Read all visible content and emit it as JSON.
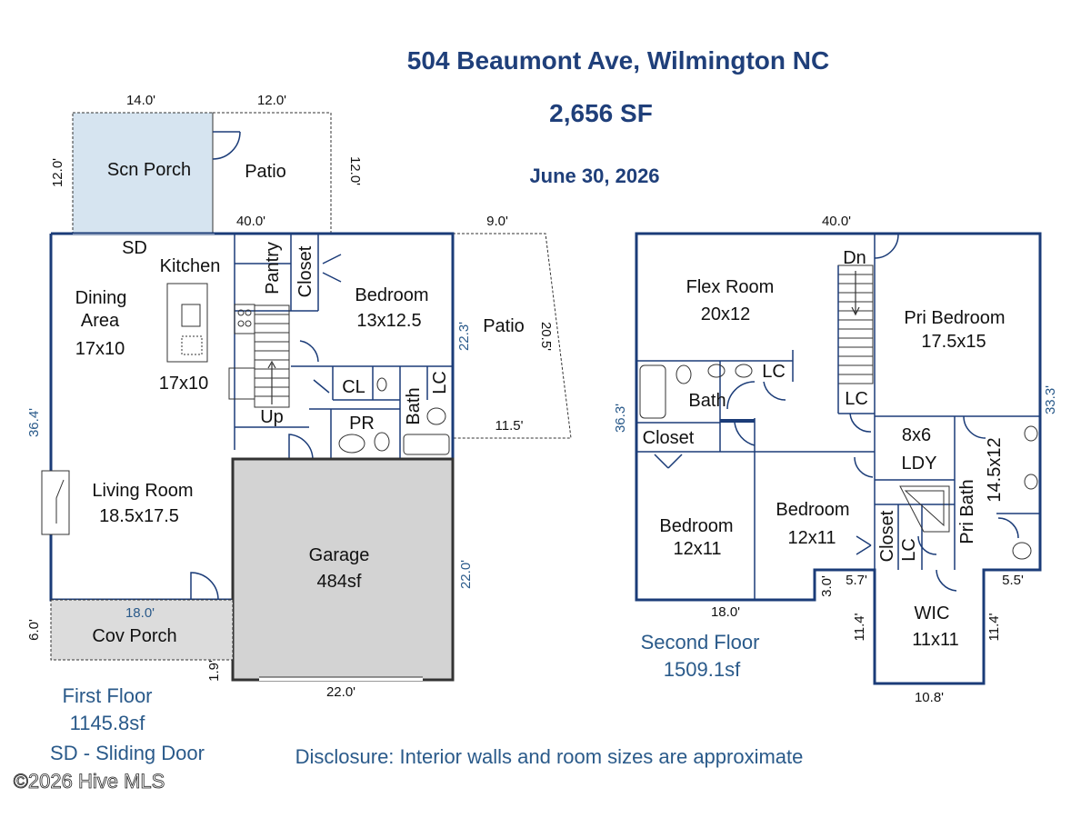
{
  "header": {
    "address": "504 Beaumont Ave, Wilmington NC",
    "total_area": "2,656 SF",
    "date": "June 30, 2026"
  },
  "first_floor": {
    "rooms": {
      "scn_porch": "Scn Porch",
      "patio_top": "Patio",
      "kitchen": "Kitchen",
      "kitchen_size": "17x10",
      "dining_label1": "Dining",
      "dining_label2": "Area",
      "dining_size": "17x10",
      "pantry": "Pantry",
      "closet": "Closet",
      "bedroom": "Bedroom",
      "bedroom_size": "13x12.5",
      "patio_right": "Patio",
      "cl": "CL",
      "bath": "Bath",
      "lc": "LC",
      "pr": "PR",
      "up": "Up",
      "sd": "SD",
      "living_room": "Living Room",
      "living_size": "18.5x17.5",
      "garage": "Garage",
      "garage_size": "484sf",
      "cov_porch": "Cov Porch"
    },
    "dims": {
      "porch_width": "14.0'",
      "patio_width": "12.0'",
      "porch_height": "12.0'",
      "patio_height": "12.0'",
      "house_width": "40.0'",
      "patio_right_width": "9.0'",
      "patio_right_inner": "22.3'",
      "patio_right_outer": "20.5'",
      "patio_right_bottom": "11.5'",
      "house_depth": "36.4'",
      "garage_depth": "22.0'",
      "cov_porch_width": "18.0'",
      "cov_porch_depth": "6.0'",
      "garage_offset": "1.9'",
      "garage_width": "22.0'"
    },
    "label": "First Floor",
    "area": "1145.8sf",
    "legend": "SD - Sliding Door"
  },
  "second_floor": {
    "rooms": {
      "flex_room": "Flex Room",
      "flex_size": "20x12",
      "dn": "Dn",
      "pri_bedroom": "Pri Bedroom",
      "pri_bedroom_size": "17.5x15",
      "lc_top": "LC",
      "lc_mid": "LC",
      "bath": "Bath",
      "closet": "Closet",
      "ldy_size": "8x6",
      "ldy": "LDY",
      "pri_bath": "Pri Bath",
      "pri_bath_size": "14.5x12",
      "bedroom_left": "Bedroom",
      "bedroom_left_size": "12x11",
      "bedroom_mid": "Bedroom",
      "bedroom_mid_size": "12x11",
      "closet_small": "Closet",
      "lc_small": "LC",
      "wic": "WIC",
      "wic_size": "11x11"
    },
    "dims": {
      "width": "40.0'",
      "left_depth": "36.3'",
      "right_depth": "33.3'",
      "bottom_left": "18.0'",
      "step_a": "3.0'",
      "step_b": "5.7'",
      "step_c": "5.5'",
      "wic_left": "11.4'",
      "wic_right": "11.4'",
      "wic_bottom": "10.8'"
    },
    "label": "Second Floor",
    "area": "1509.1sf"
  },
  "disclosure": "Disclosure: Interior walls and room sizes are approximate",
  "copyright": "©2026 Hive MLS",
  "colors": {
    "heading": "#1f3f7a",
    "walls": "#1b3c78",
    "screened_porch": "#d6e4f0",
    "garage": "#d3d3d3",
    "covered_porch": "#dcdcdc",
    "note_text": "#2a5a8a"
  }
}
